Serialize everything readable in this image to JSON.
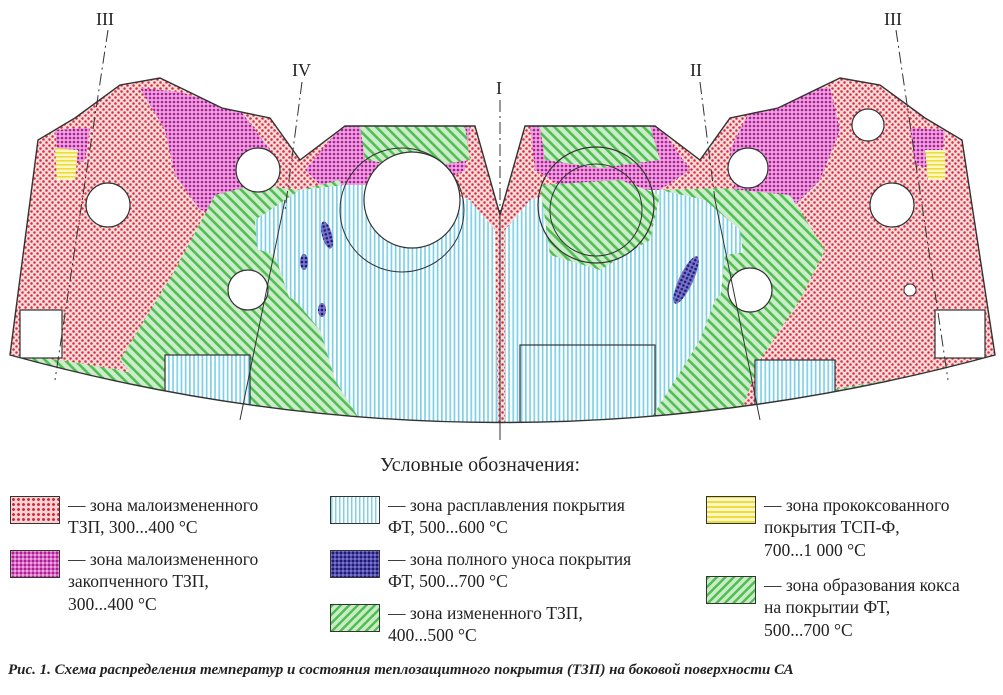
{
  "diagram": {
    "section_labels": [
      "III",
      "IV",
      "I",
      "II",
      "III"
    ]
  },
  "legend": {
    "title": "Условные обозначения:",
    "items": [
      {
        "text": "— зона малоизмененного\nТЗП, 300...400 °С",
        "color": "#d8283a"
      },
      {
        "text": "— зона малоизмененного\nзакопченного ТЗП,\n300...400 °С",
        "color": "#b3199a"
      },
      {
        "text": "— зона расплавления покрытия\nФТ, 500...600 °С",
        "color": "#7ed0e8"
      },
      {
        "text": "— зона полного уноса покрытия\nФТ, 500...700 °С",
        "color": "#1d1a7a"
      },
      {
        "text": "— зона измененного ТЗП,\n400...500 °С",
        "color": "#4fbf52"
      },
      {
        "text": "— зона прококсованного\nпокрытия ТСП-Ф,\n700...1 000 °С",
        "color": "#ecdc3c"
      },
      {
        "text": "— зона образования кокса\nна покрытии ФТ,\n500...700 °С",
        "color": "#4fbf52"
      }
    ]
  },
  "caption": "Рис. 1. Схема распределения температур и состояния теплозащитного покрытия (ТЗП) на боковой поверхности СА"
}
